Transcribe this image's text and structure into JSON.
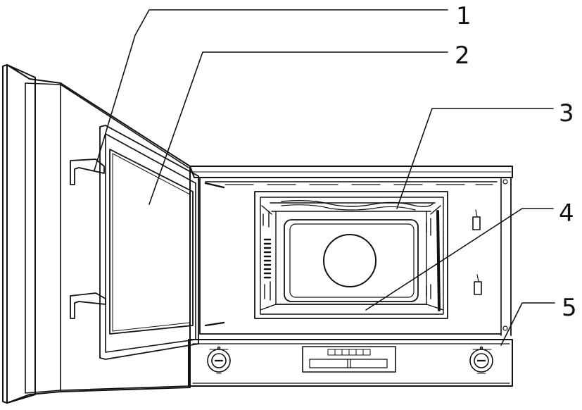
{
  "diagram": {
    "callouts": [
      {
        "id": 1,
        "label": "1"
      },
      {
        "id": 2,
        "label": "2"
      },
      {
        "id": 3,
        "label": "3"
      },
      {
        "id": 4,
        "label": "4"
      },
      {
        "id": 5,
        "label": "5"
      }
    ]
  },
  "colors": {
    "line": "#111111",
    "background": "#ffffff"
  }
}
